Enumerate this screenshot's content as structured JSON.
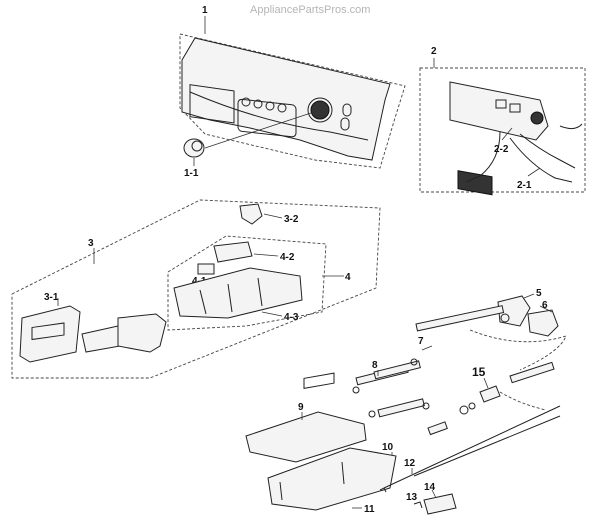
{
  "watermark": "AppliancePartsPros.com",
  "callouts": {
    "c1": "1",
    "c1_1": "1-1",
    "c2": "2",
    "c2_1": "2-1",
    "c2_2": "2-2",
    "c3": "3",
    "c3_1": "3-1",
    "c3_2": "3-2",
    "c4": "4",
    "c4_1": "4-1",
    "c4_2": "4-2",
    "c4_3": "4-3",
    "c5": "5",
    "c6": "6",
    "c7": "7",
    "c8": "8",
    "c9": "9",
    "c10": "10",
    "c11": "11",
    "c12": "12",
    "c13": "13",
    "c14": "14",
    "c15": "15"
  },
  "colors": {
    "line": "#222222",
    "watermark": "#b5b5b5",
    "background": "#ffffff"
  }
}
